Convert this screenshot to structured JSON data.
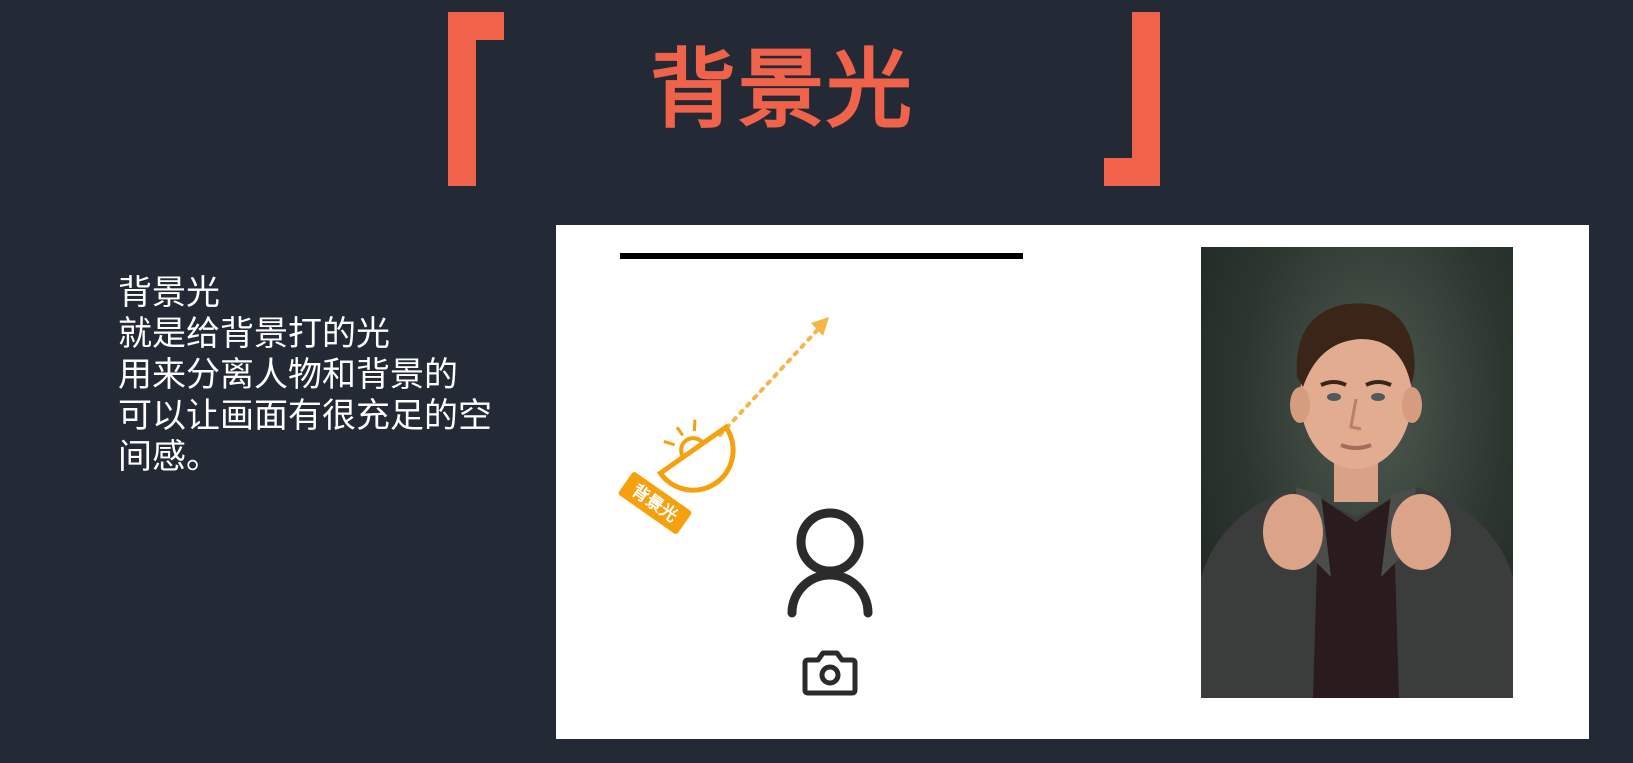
{
  "title": "背景光",
  "description": {
    "lines": [
      "背景光",
      "就是给背景打的光",
      "用来分离人物和背景的",
      "可以让画面有很充足的空",
      "间感。"
    ]
  },
  "diagram": {
    "lamp_tag": "背景光",
    "colors": {
      "lamp": "#f5a00c",
      "accent": "#f0634a",
      "icon": "#2b2b2b"
    },
    "icons": [
      "background-light-lamp-icon",
      "person-icon",
      "camera-icon"
    ]
  },
  "photo": {
    "subject": "man-in-denim-jacket"
  }
}
